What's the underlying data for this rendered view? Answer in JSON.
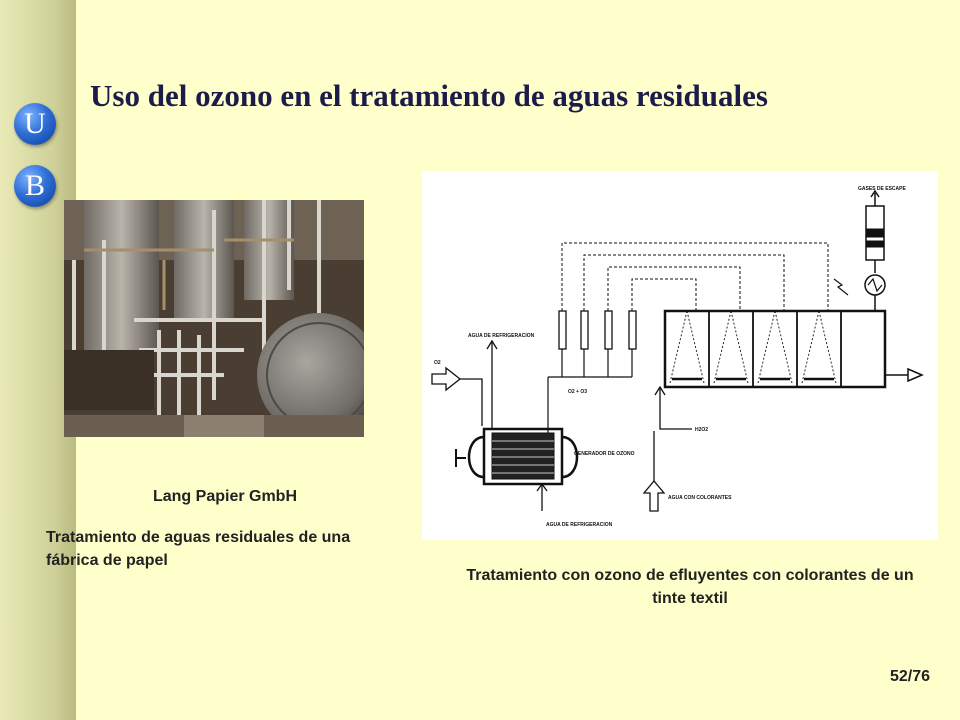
{
  "logo": {
    "letter_top": "U",
    "letter_bottom": "B"
  },
  "title": "Uso del ozono en el tratamiento de aguas residuales",
  "photo_caption": {
    "company": "Lang Papier GmbH",
    "description": "Tratamiento de aguas residuales de una fábrica de papel"
  },
  "diagram": {
    "labels": {
      "exhaust": "GASES DE ESCAPE",
      "cooling_water_top": "AGUA DE REFRIGERACION",
      "o2": "O2",
      "o2_o3": "O2 + O3",
      "h2o2": "H2O2",
      "ozone_generator": "GENERADOR DE OZONO",
      "dye_water": "AGUA CON COLORANTES",
      "cooling_water_bottom": "AGUA DE REFRIGERACION"
    }
  },
  "diagram_caption": "Tratamiento con ozono de efluyentes con colorantes de un tinte textil",
  "page_number": "52/76",
  "colors": {
    "background": "#ffffcc",
    "title": "#1c1c4a",
    "logo": "#2f6fd6"
  }
}
